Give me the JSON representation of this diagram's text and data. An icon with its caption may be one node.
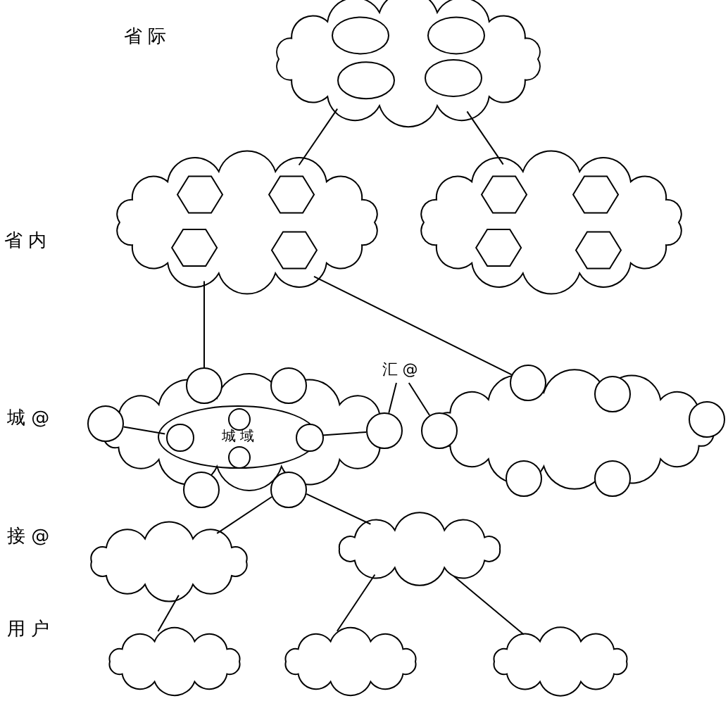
{
  "diagram": {
    "nodes": [
      {
        "text": [],
        "shape": "cloud"
      },
      {
        "text": [],
        "shape": "cloud"
      },
      {
        "text": [],
        "shape": "cloud"
      },
      {
        "text": [],
        "shape": "cloud"
      },
      {
        "text": [],
        "shape": "cloud"
      },
      {
        "text": [],
        "shape": "cloud"
      },
      {
        "text": [],
        "shape": "cloud"
      },
      {
        "text": [],
        "shape": "cloud"
      },
      {
        "text": [],
        "shape": "cloud"
      },
      {
        "text": [],
        "shape": "cloud"
      },
      {
        "text": [],
        "shape": "circle",
        "in": 3
      },
      {
        "text": [],
        "shape": "circle",
        "in": 3
      },
      {
        "text": [],
        "shape": "circle",
        "in": 3
      },
      {
        "text": [],
        "shape": "circle",
        "in": 3
      },
      {
        "text": [],
        "shape": "circle",
        "in": 3
      },
      {
        "text": [],
        "shape": "circle",
        "in": 3
      },
      {
        "text": [
          "城 域"
        ],
        "in": 3
      },
      {
        "text": [],
        "shape": "circle",
        "in": 16
      },
      {
        "text": [],
        "shape": "circle",
        "in": 16
      },
      {
        "text": [],
        "shape": "circle",
        "in": 16
      },
      {
        "text": [],
        "shape": "circle",
        "in": 16
      },
      {
        "text": [],
        "shape": "circle",
        "in": 4
      },
      {
        "text": [],
        "shape": "circle",
        "in": 4
      },
      {
        "text": [],
        "shape": "circle",
        "in": 4
      },
      {
        "text": [],
        "shape": "circle",
        "in": 4
      },
      {
        "text": [],
        "shape": "circle",
        "in": 4
      },
      {
        "text": [],
        "shape": "circle",
        "in": 4
      },
      {
        "text": [
          "汇 @"
        ]
      }
    ],
    "edges": [
      {
        "from": 0,
        "to": 1,
        "arrow": "none"
      },
      {
        "from": 0,
        "to": 2,
        "arrow": "none"
      },
      {
        "from": 1,
        "to": 10,
        "arrow": "none"
      },
      {
        "from": 1,
        "to": 21,
        "arrow": "none"
      },
      {
        "from": 15,
        "to": 5,
        "arrow": "none"
      },
      {
        "from": 15,
        "to": 6,
        "arrow": "none"
      },
      {
        "from": 5,
        "to": 7,
        "arrow": "none"
      },
      {
        "from": 6,
        "to": 8,
        "arrow": "none"
      },
      {
        "from": 6,
        "to": 9,
        "arrow": "none"
      },
      {
        "from": 27,
        "to": 13,
        "arrow": "none"
      },
      {
        "from": 27,
        "to": 23,
        "arrow": "none"
      },
      {
        "from": 12,
        "to": 17,
        "arrow": "none"
      },
      {
        "from": 20,
        "to": 13,
        "arrow": "none"
      }
    ],
    "labels": [
      "省 际",
      "省 内",
      "城 @",
      "接 @",
      "用 户"
    ]
  }
}
